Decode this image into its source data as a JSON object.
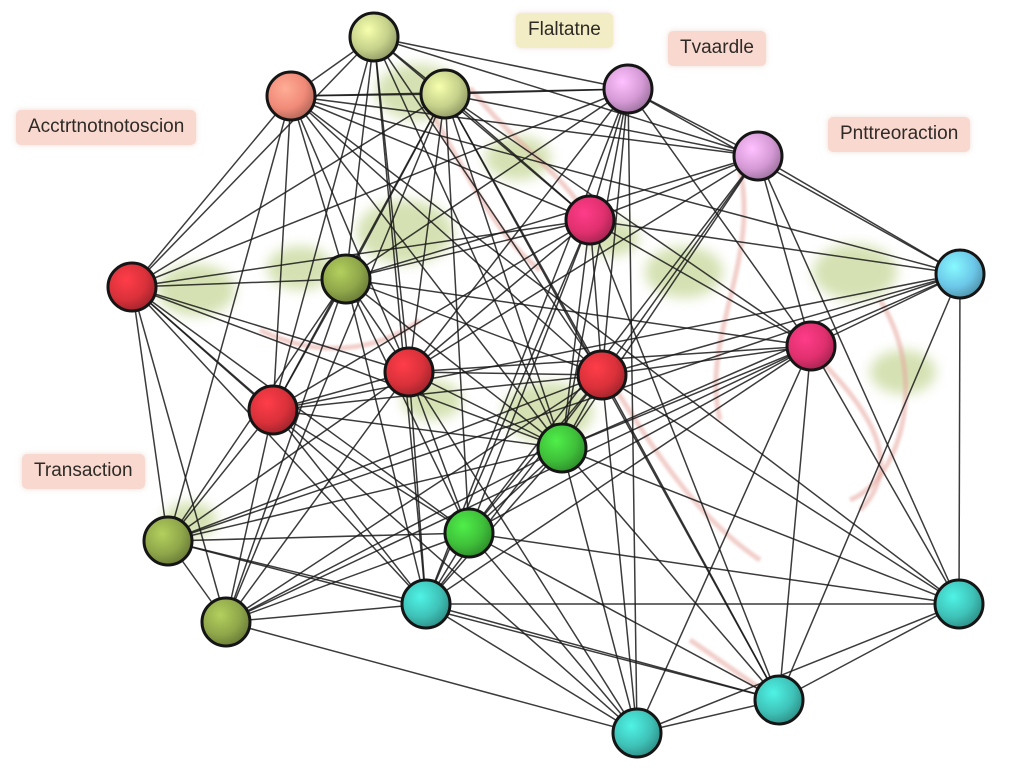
{
  "labels": [
    {
      "text": "Flaltatne",
      "tone": "cream"
    },
    {
      "text": "Tvaardle",
      "tone": "peach"
    },
    {
      "text": "Acctrtnotnotoscion",
      "tone": "peach"
    },
    {
      "text": "Pnttreoraction",
      "tone": "peach"
    },
    {
      "text": "Transaction",
      "tone": "peach"
    }
  ],
  "colors": {
    "edge": "#1a1a1a",
    "halo_green": "#c7d89a",
    "halo_red": "#e7a8a0",
    "olive": "#8fa64a",
    "light_olive": "#c5d08a",
    "salmon": "#f08a78",
    "red": "#d9313a",
    "magenta": "#e0306e",
    "lilac": "#d59ad6",
    "green": "#3fbf3a",
    "teal": "#3fc2b8",
    "sky": "#6cc7e8"
  },
  "nodes": [
    {
      "id": "n1",
      "color": "light_olive"
    },
    {
      "id": "n2",
      "color": "salmon"
    },
    {
      "id": "n3",
      "color": "light_olive"
    },
    {
      "id": "n4",
      "color": "lilac"
    },
    {
      "id": "n5",
      "color": "lilac"
    },
    {
      "id": "n6",
      "color": "magenta"
    },
    {
      "id": "n7",
      "color": "red"
    },
    {
      "id": "n8",
      "color": "olive"
    },
    {
      "id": "n9",
      "color": "sky"
    },
    {
      "id": "n10",
      "color": "magenta"
    },
    {
      "id": "n11",
      "color": "red"
    },
    {
      "id": "n12",
      "color": "red"
    },
    {
      "id": "n13",
      "color": "red"
    },
    {
      "id": "n14",
      "color": "green"
    },
    {
      "id": "n15",
      "color": "green"
    },
    {
      "id": "n16",
      "color": "olive"
    },
    {
      "id": "n17",
      "color": "olive"
    },
    {
      "id": "n18",
      "color": "teal"
    },
    {
      "id": "n19",
      "color": "teal"
    },
    {
      "id": "n20",
      "color": "teal"
    },
    {
      "id": "n21",
      "color": "teal"
    }
  ]
}
